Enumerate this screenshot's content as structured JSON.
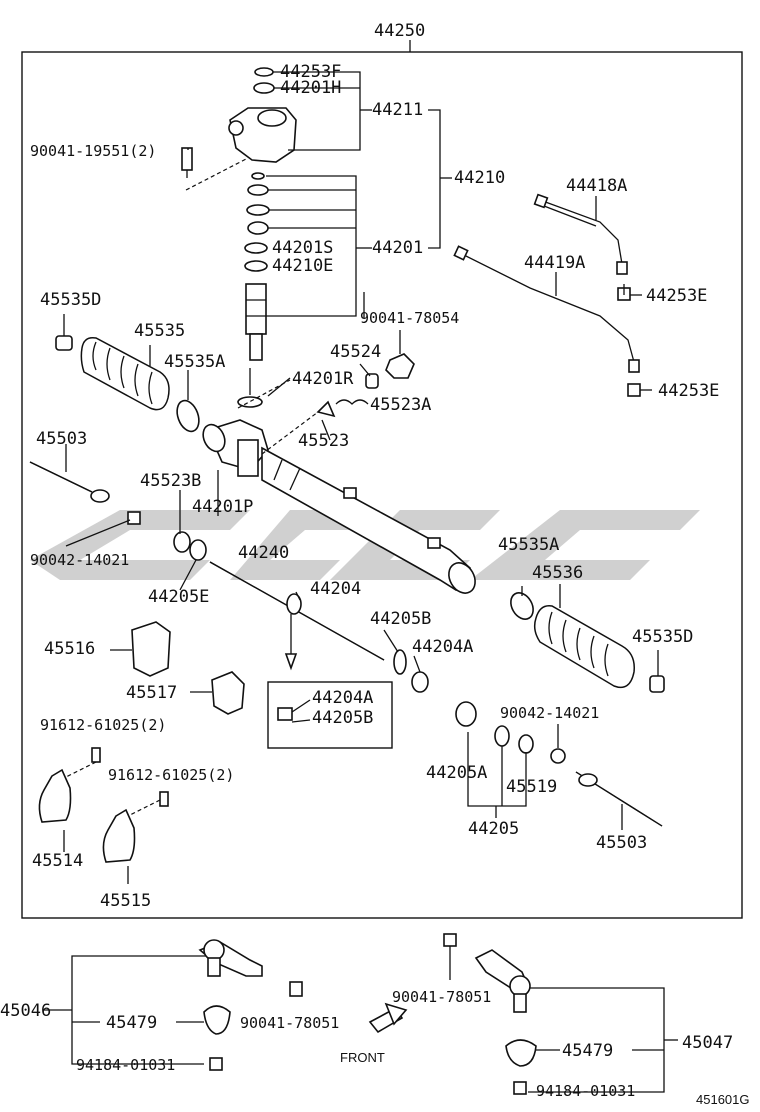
{
  "diagram": {
    "corner_code": "451601G",
    "front_label": "FRONT",
    "labels": {
      "assy": "44250",
      "p44253F": "44253F",
      "p44201H": "44201H",
      "p44211": "44211",
      "p90041_19551": "90041-19551(2)",
      "p44210": "44210",
      "p44418A": "44418A",
      "p44201S": "44201S",
      "p44201": "44201",
      "p44210E": "44210E",
      "p44419A": "44419A",
      "p44253E_a": "44253E",
      "p45535D_a": "45535D",
      "p45535": "45535",
      "p90041_78054": "90041-78054",
      "p45524": "45524",
      "p45535A_a": "45535A",
      "p44201R": "44201R",
      "p44253E_b": "44253E",
      "p45523A": "45523A",
      "p45503_a": "45503",
      "p45523": "45523",
      "p45523B": "45523B",
      "p44201P": "44201P",
      "p90042_14021_a": "90042-14021",
      "p44240": "44240",
      "p45535A_b": "45535A",
      "p45536": "45536",
      "p44205E": "44205E",
      "p44204": "44204",
      "p44205B": "44205B",
      "p45516": "45516",
      "p44204A_a": "44204A",
      "p45535D_b": "45535D",
      "p45517": "45517",
      "p44204A_b": "44204A",
      "p44205B_b": "44205B",
      "p90042_14021_b": "90042-14021",
      "p91612_a": "91612-61025(2)",
      "p91612_b": "91612-61025(2)",
      "p44205A": "44205A",
      "p45519": "45519",
      "p45514": "45514",
      "p44205": "44205",
      "p45503_b": "45503",
      "p45515": "45515",
      "p45046": "45046",
      "p45479_a": "45479",
      "p90041_78051_a": "90041-78051",
      "p94184_a": "94184-01031",
      "p90041_78051_b": "90041-78051",
      "p45047": "45047",
      "p45479_b": "45479",
      "p94184_b": "94184-01031"
    }
  }
}
